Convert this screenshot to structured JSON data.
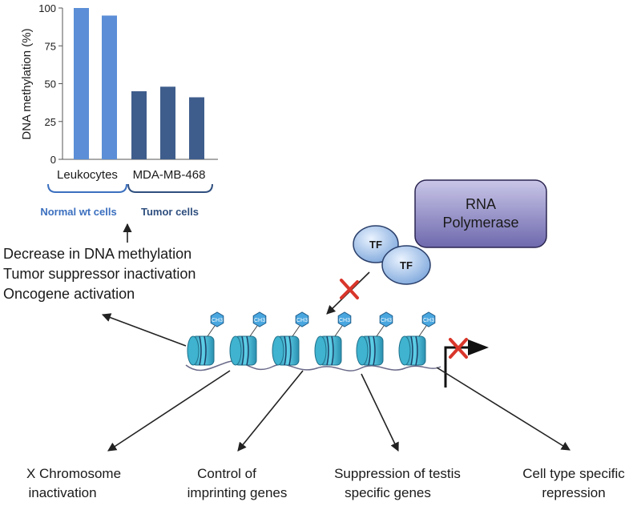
{
  "chart_data": {
    "type": "bar",
    "ylabel": "DNA methylation (%)",
    "ylim": [
      0,
      100
    ],
    "yticks": [
      0,
      25,
      50,
      75,
      100
    ],
    "groups": [
      {
        "name": "Leukocytes",
        "values": [
          100,
          95
        ],
        "color": "#5b8ed6"
      },
      {
        "name": "MDA-MB-468",
        "values": [
          45,
          48,
          41
        ],
        "color": "#3f5d8c"
      }
    ],
    "brackets": [
      {
        "label": "Normal wt cells",
        "color": "#3b6fbf"
      },
      {
        "label": "Tumor cells",
        "color": "#2f4f7f"
      }
    ]
  },
  "effects": {
    "lines": [
      "Decrease in DNA methylation",
      "Tumor suppressor inactivation",
      "Oncogene activation"
    ]
  },
  "complex": {
    "rna_polymerase": [
      "RNA",
      "Polymerase"
    ],
    "tf": "TF",
    "ch3": "CH3"
  },
  "captions": [
    [
      "X Chromosome",
      "inactivation"
    ],
    [
      "Control of",
      "imprinting genes"
    ],
    [
      "Suppression of testis",
      "specific genes"
    ],
    [
      "Cell type specific",
      "repression"
    ]
  ],
  "colors": {
    "nucleosome": "#3fb3cf",
    "nucleosome_dark": "#1f6f8a",
    "ch3_fill": "#49a6df",
    "rna_pol_fill": "#8a86c2",
    "tf_fill": "#a9c9ee",
    "block_x": "#d9362b"
  }
}
